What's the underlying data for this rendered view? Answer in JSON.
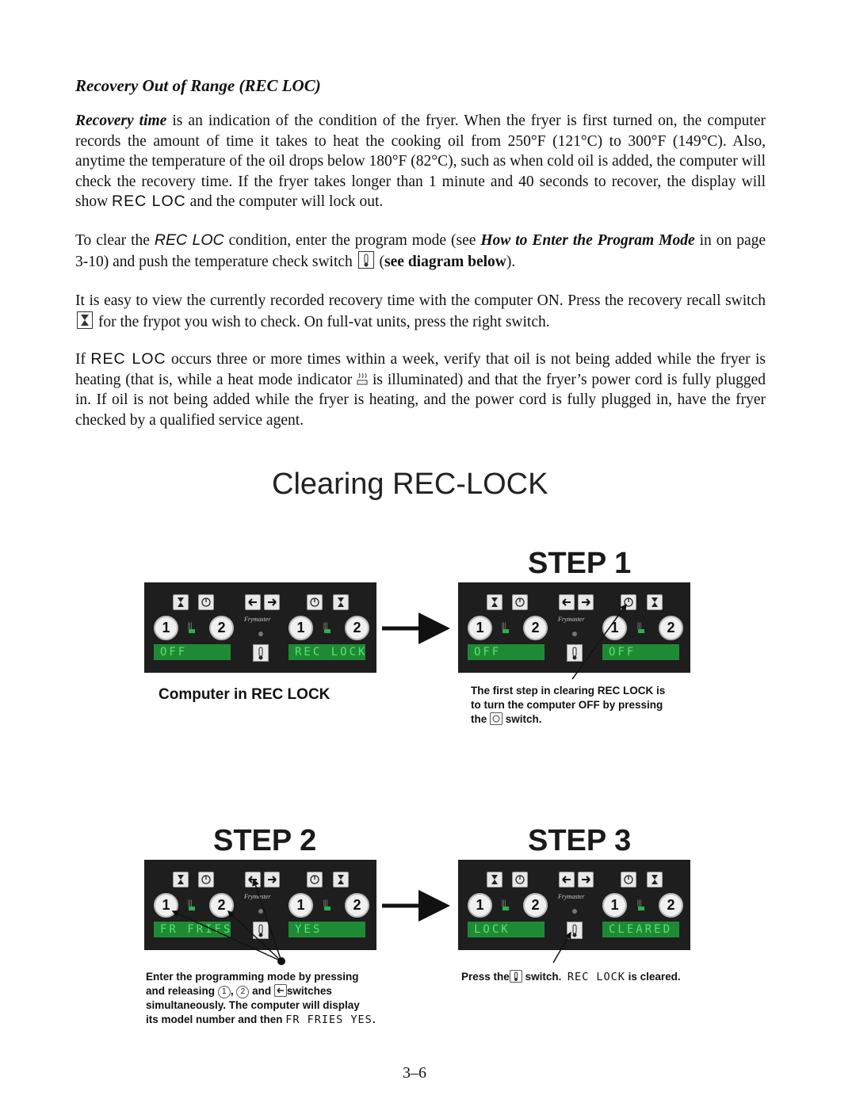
{
  "heading": "Recovery Out of Range (REC LOC)",
  "p1": {
    "lead": "Recovery time",
    "text1": " is an indication of the condition of the fryer.  When the fryer is first turned on, the computer records the amount of time it takes to heat the cooking oil from 250°F (121°C) to 300°F (149°C).  Also, anytime the temperature of the oil drops below 180°F (82°C), such as when cold oil is added, the computer will check the recovery time.  If the fryer takes longer than 1 minute and 40 seconds to recover, the display will show ",
    "code": "REC LOC",
    "text2": " and the computer will lock out."
  },
  "p2": {
    "text1": "To clear the ",
    "code": "REC LOC",
    "text2": " condition, enter the program mode (see ",
    "ref": "How to Enter the Program Mode",
    "text3": " in on page 3-10) and push the temperature check switch ",
    "open": " (",
    "bold": "see diagram below",
    "close": ")."
  },
  "p3": {
    "text1": "It is easy to view the currently recorded recovery time with the computer ON.  Press the recovery recall switch ",
    "text2": " for the frypot you wish to check.  On full-vat units, press the right switch."
  },
  "p4": {
    "text1": "If ",
    "code": "REC LOC",
    "text2": " occurs three or more times within a week, verify that oil is not being added while the fryer is heating (that is, while a heat mode indicator ",
    "text3": " is illuminated) and that the fryer’s power cord is fully plugged in.  If oil is not being added while the fryer is heating, and the power cord is fully plugged in, have the fryer checked by a qualified service agent."
  },
  "diagram": {
    "title": "Clearing REC-LOCK",
    "step1": "STEP 1",
    "step2": "STEP 2",
    "step3": "STEP 3",
    "panel_logo": "Frymaster",
    "btn1": "1",
    "btn2": "2",
    "panel0": {
      "left_display": "OFF",
      "right_display": "REC LOCK"
    },
    "panel1": {
      "left_display": "OFF",
      "right_display": "OFF"
    },
    "panel2": {
      "left_display": "FR FRIES",
      "right_display": "YES"
    },
    "panel3": {
      "left_display": "LOCK",
      "right_display": "CLEARED"
    },
    "caption0": "Computer in REC LOCK",
    "caption1": {
      "line1": "The first step in clearing REC LOCK is",
      "line2": "to turn the computer OFF by pressing",
      "line3a": "the",
      "line3b": "switch."
    },
    "caption2": {
      "line1": "Enter the programming mode by pressing",
      "line2a": "and releasing",
      "c1": "1",
      "sep": ",",
      "c2": "2",
      "line2b": "and",
      "line2c": "switches",
      "line3": "simultaneously.  The computer will display",
      "line4a": "its model number and then",
      "code": "FR FRIES  YES",
      "end": "."
    },
    "caption3": {
      "a": "Press the",
      "b": "switch.",
      "code": "REC LOCK",
      "c": "is cleared."
    }
  },
  "page_number": "3–6"
}
